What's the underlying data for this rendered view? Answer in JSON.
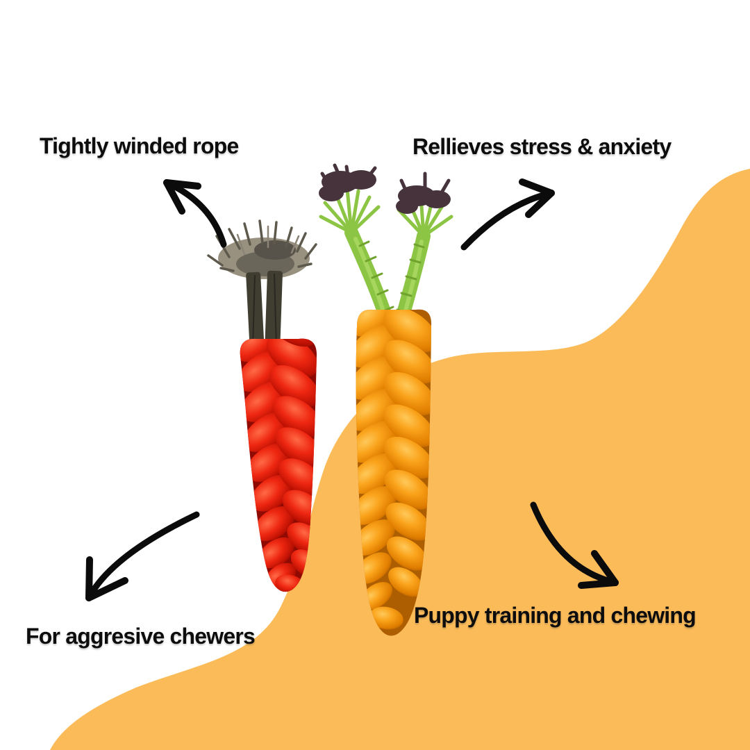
{
  "figure": {
    "description": "Two braided rope carrot dog toys, one red with a dark frayed top and one orange with two green stems and dark tassels, annotated with four feature callouts and hand-drawn arrows over a white and orange wavy background"
  },
  "labels": {
    "top_left": "Tightly winded rope",
    "top_right": "Rellieves stress & anxiety",
    "bottom_left": "For aggresive chewers",
    "bottom_right": "Puppy training and chewing"
  },
  "colors": {
    "background": "#FFFFFF",
    "wave": "#FBBB59",
    "arrow": "#0B0B0B",
    "text": "#0D0D0D",
    "red_rope": "#EC2110",
    "red_rope_shadow": "#930A00",
    "orange_rope": "#F89B10",
    "orange_rope_shadow": "#B96200",
    "stem_green": "#8CC544",
    "strap_dark_olive": "#3F3E31",
    "tassel_dark": "#46333B",
    "fuzz_grey": "#98917F"
  }
}
